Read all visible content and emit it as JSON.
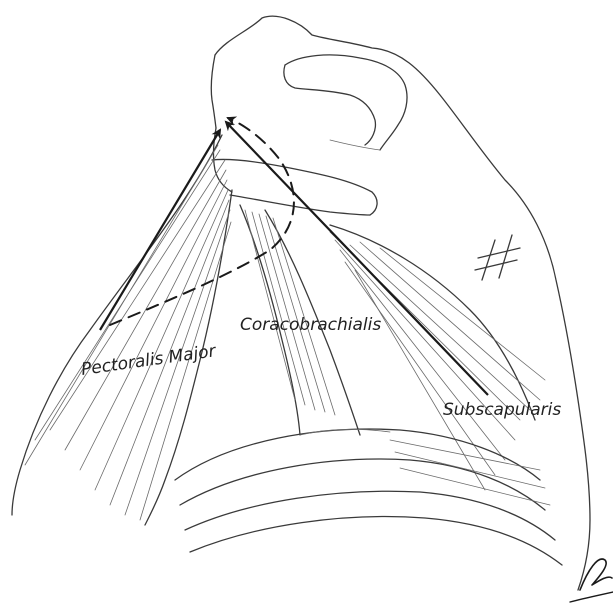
{
  "labels": {
    "pectoralis_major": "Pectoralis Major",
    "coracobrachialis": "Coracobrachialis",
    "subscapularis": "Subscapularis"
  },
  "colors": {
    "background": "#ffffff",
    "pencil": "#3a3a3a",
    "arrow": "#1a1a1a"
  },
  "icons": {
    "hatch_mark": "hash-mark-icon",
    "signature": "artist-signature"
  }
}
